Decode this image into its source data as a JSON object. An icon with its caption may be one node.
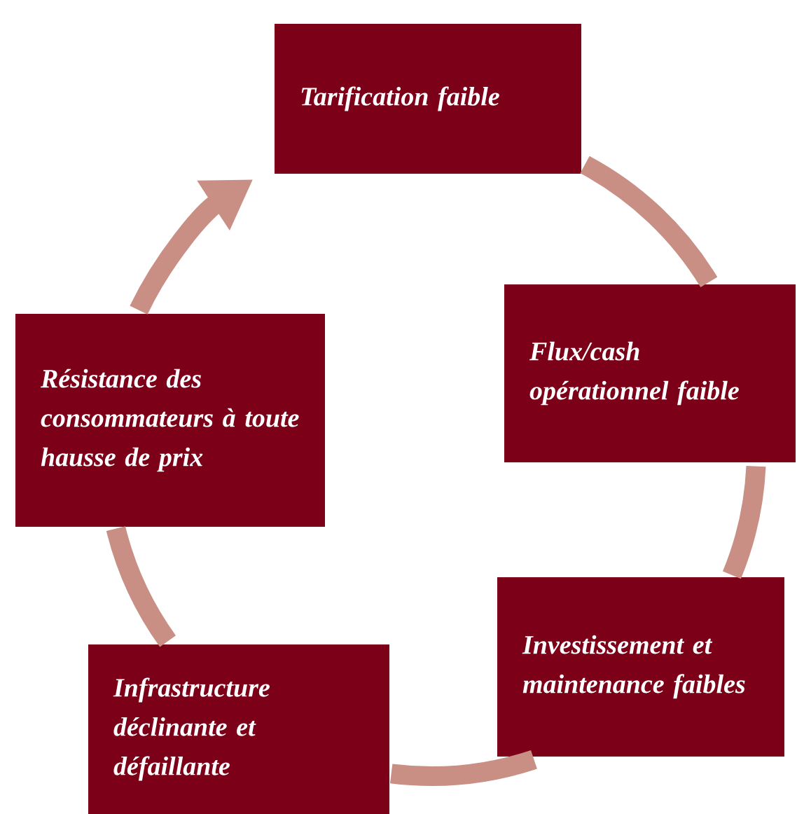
{
  "diagram": {
    "nodes": [
      {
        "text": [
          "Tarification faible"
        ]
      },
      {
        "text": [
          "Flux/cash opérationnel faible"
        ]
      },
      {
        "text": [
          "Investissement et maintenance faibles"
        ]
      },
      {
        "text": [
          "Infrastructure déclinante et défaillante"
        ]
      },
      {
        "text": [
          "Résistance des consommateurs à toute hausse de prix"
        ]
      }
    ],
    "edges": [
      {
        "from": 0,
        "to": 1,
        "arrow": "none"
      },
      {
        "from": 1,
        "to": 2,
        "arrow": "none"
      },
      {
        "from": 2,
        "to": 3,
        "arrow": "none"
      },
      {
        "from": 3,
        "to": 4,
        "arrow": "none"
      },
      {
        "from": 4,
        "to": 0,
        "arrow": "to"
      }
    ]
  }
}
